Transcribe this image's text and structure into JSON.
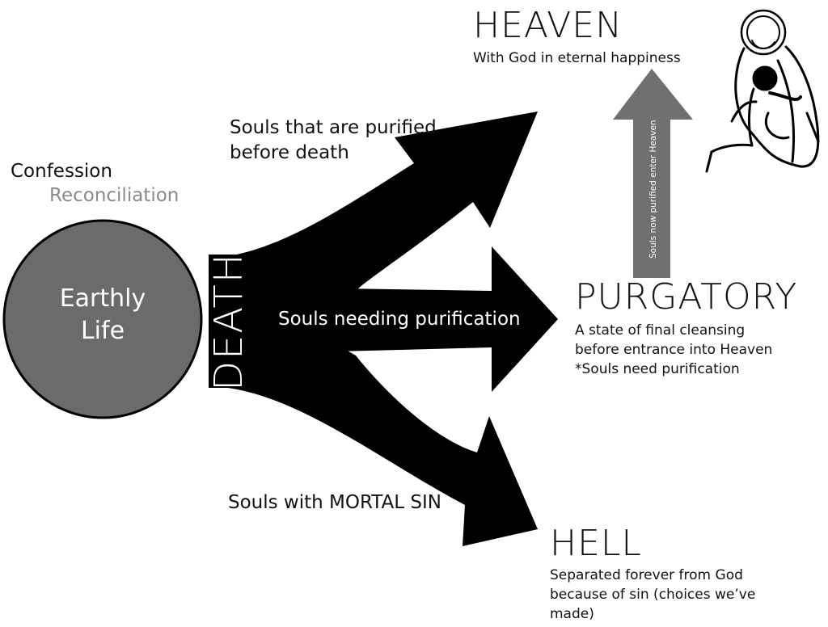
{
  "earthly_life": {
    "line1": "Earthly",
    "line2": "Life",
    "circle_color": "#6b6b6b"
  },
  "confession": "Confession",
  "reconciliation": "Reconciliation",
  "death": "DEATH",
  "paths": {
    "purified": {
      "line1": "Souls that are purified",
      "line2": "before death"
    },
    "needing": "Souls needing purification",
    "mortal": "Souls with MORTAL SIN"
  },
  "heaven": {
    "title": "HEAVEN",
    "desc": "With God in eternal happiness"
  },
  "purgatory": {
    "title": "PURGATORY",
    "line1": "A state of final cleansing",
    "line2": "before entrance into Heaven",
    "line3": "*Souls need purification"
  },
  "hell": {
    "title": "HELL",
    "line1": "Separated forever from God",
    "line2": "because of sin (choices we’ve",
    "line3": "made)"
  },
  "purgatory_to_heaven": "Souls now purified  enter Heaven",
  "colors": {
    "arrow": "#000000",
    "gray_arrow": "#707070",
    "reconciliation_text": "#8a8a8a"
  },
  "illustration": "jesus-embracing-child-icon"
}
